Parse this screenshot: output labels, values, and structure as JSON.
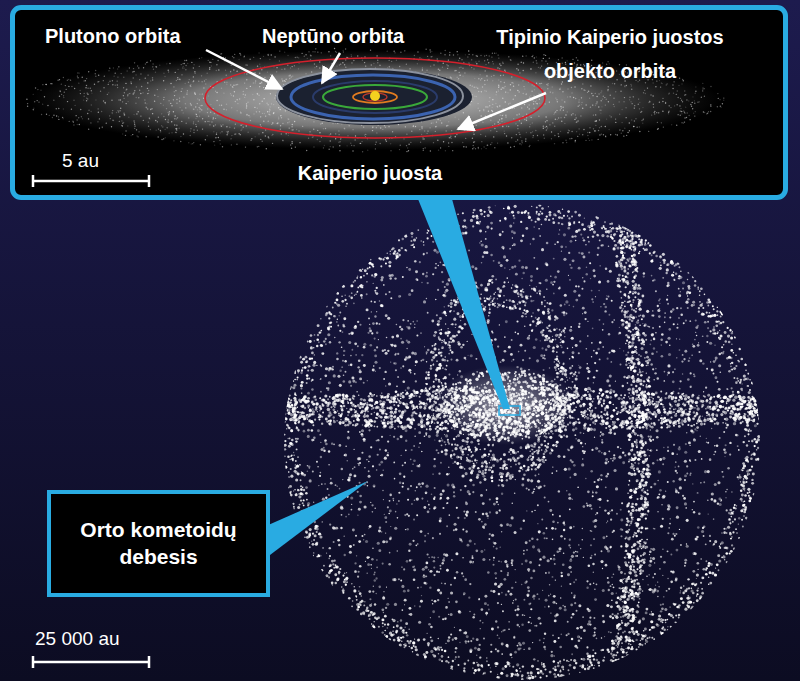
{
  "diagram": {
    "nodes": [
      {
        "text": [
          "Kaiperio juosta"
        ]
      },
      {
        "text": [
          "Orto kometoidų debesis"
        ]
      }
    ],
    "labels": [
      "Plutono orbita",
      "Neptūno orbita",
      "Tipinio Kaiperio juostos objekto orbita",
      "5 au",
      "25 000 au"
    ]
  }
}
